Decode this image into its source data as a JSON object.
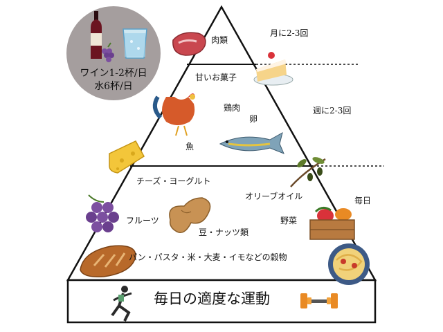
{
  "drinks": {
    "wine": "ワイン1-2杯/日",
    "water": "水6杯/日"
  },
  "tiers": {
    "top": {
      "food": "肉類",
      "frequency": "月に2-3回"
    },
    "upper": {
      "items": [
        "甘いお菓子",
        "鶏肉",
        "卵",
        "魚"
      ],
      "frequency": "週に2-3回"
    },
    "base": {
      "items": [
        "チーズ・ヨーグルト",
        "オリーブオイル",
        "フルーツ",
        "豆・ナッツ類",
        "野菜",
        "パン・パスタ・米・大麦・イモなどの穀物"
      ],
      "frequency": "毎日"
    },
    "foundation": {
      "label": "毎日の適度な運動"
    }
  },
  "icons": [
    "wine-bottle-icon",
    "water-glass-icon",
    "grapes-small-icon",
    "steak-icon",
    "cake-icon",
    "rooster-icon",
    "fish-icon",
    "cheese-icon",
    "olive-branch-icon",
    "grapes-icon",
    "peanut-icon",
    "vegetable-crate-icon",
    "bread-icon",
    "pasta-icon",
    "runner-icon",
    "dumbbell-icon"
  ],
  "colors": {
    "circle": "#a59e9e",
    "wine": "#6b1420",
    "grape": "#7c4fa0",
    "cheese": "#f3c63a",
    "bread": "#b8692a",
    "meat": "#c9474f",
    "fish": "#7fa3b8",
    "rooster": "#d65a2a",
    "olive": "#5d7a2a"
  }
}
